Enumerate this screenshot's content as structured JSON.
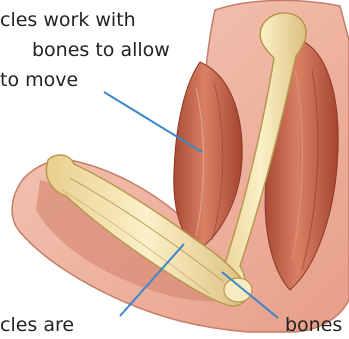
{
  "labels": {
    "top_line1": "cles work with",
    "top_line2": "bones to allow",
    "top_line3": "to move",
    "bottom_left": "cles are",
    "bottom_right": "bones"
  },
  "colors": {
    "skin": "#efb8a6",
    "skin_shadow": "#d88d78",
    "muscle": "#c96a4e",
    "muscle_dark": "#9b4430",
    "bone": "#f5e4b0",
    "bone_shadow": "#d9bd7a",
    "leader_line": "#3a86c8"
  }
}
